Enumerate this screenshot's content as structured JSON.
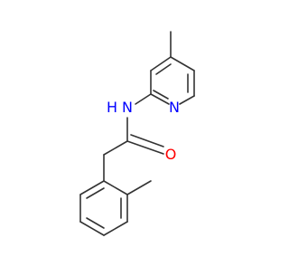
{
  "molecule": {
    "atoms": {
      "amide_n": {
        "label": "N",
        "sublabel": "H",
        "color": "#0000ff"
      },
      "pyridine_n": {
        "label": "N",
        "color": "#0000ff"
      },
      "carbonyl_o": {
        "label": "O",
        "color": "#ff0000"
      }
    },
    "bond_color": "#333333"
  }
}
